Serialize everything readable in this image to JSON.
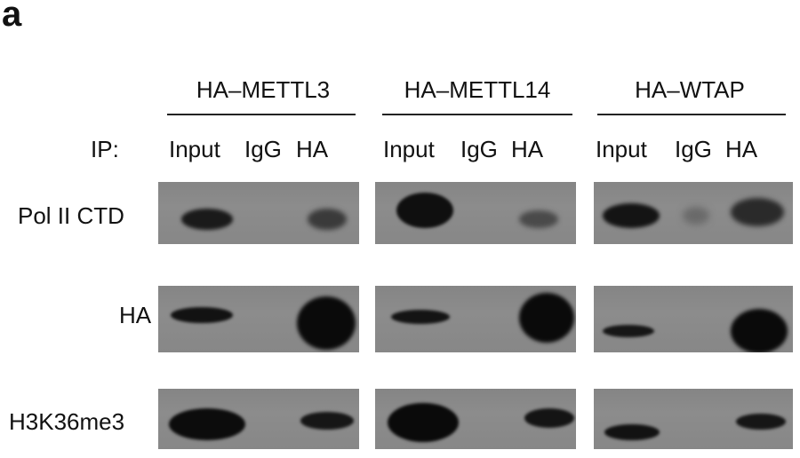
{
  "panel_label": "a",
  "ip_label": "IP:",
  "groups": [
    {
      "title": "HA–METTL3",
      "lanes": [
        "Input",
        "IgG",
        "HA"
      ]
    },
    {
      "title": "HA–METTL14",
      "lanes": [
        "Input",
        "IgG",
        "HA"
      ]
    },
    {
      "title": "HA–WTAP",
      "lanes": [
        "Input",
        "IgG",
        "HA"
      ]
    }
  ],
  "rows": [
    {
      "label": "Pol II CTD"
    },
    {
      "label": "HA"
    },
    {
      "label": "H3K36me3"
    }
  ],
  "colors": {
    "background": "#ffffff",
    "blot": "#888888",
    "band": "#111111"
  }
}
